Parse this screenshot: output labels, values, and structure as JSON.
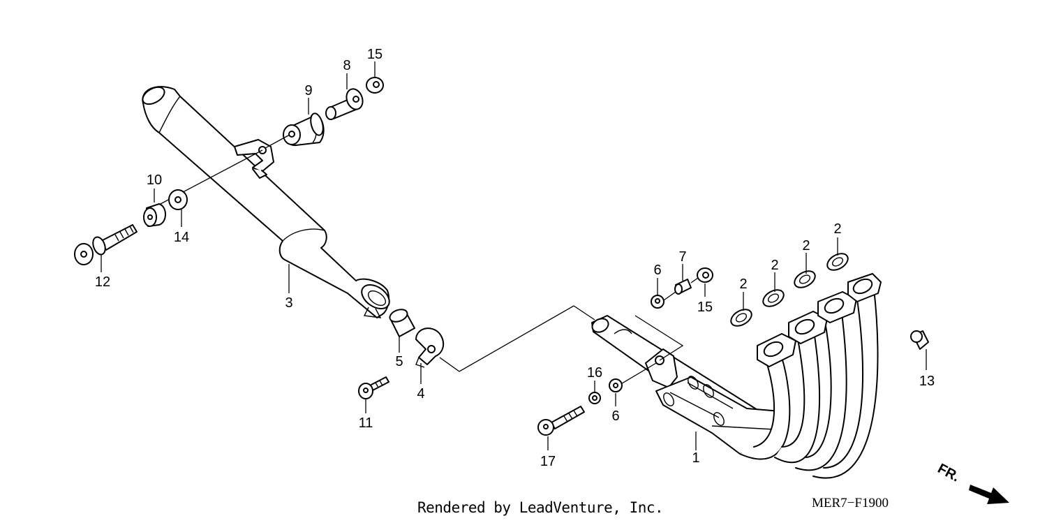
{
  "diagram": {
    "callouts": [
      {
        "id": "c1",
        "label": "1"
      },
      {
        "id": "c2a",
        "label": "2"
      },
      {
        "id": "c2b",
        "label": "2"
      },
      {
        "id": "c2c",
        "label": "2"
      },
      {
        "id": "c2d",
        "label": "2"
      },
      {
        "id": "c3",
        "label": "3"
      },
      {
        "id": "c4",
        "label": "4"
      },
      {
        "id": "c5",
        "label": "5"
      },
      {
        "id": "c6a",
        "label": "6"
      },
      {
        "id": "c6b",
        "label": "6"
      },
      {
        "id": "c7",
        "label": "7"
      },
      {
        "id": "c8",
        "label": "8"
      },
      {
        "id": "c9",
        "label": "9"
      },
      {
        "id": "c10",
        "label": "10"
      },
      {
        "id": "c11",
        "label": "11"
      },
      {
        "id": "c12",
        "label": "12"
      },
      {
        "id": "c13",
        "label": "13"
      },
      {
        "id": "c14",
        "label": "14"
      },
      {
        "id": "c15a",
        "label": "15"
      },
      {
        "id": "c15b",
        "label": "15"
      },
      {
        "id": "c16",
        "label": "16"
      },
      {
        "id": "c17",
        "label": "17"
      }
    ],
    "credit": "Rendered by LeadVenture, Inc.",
    "code": "MER7−F1900",
    "direction_label": "FR."
  }
}
